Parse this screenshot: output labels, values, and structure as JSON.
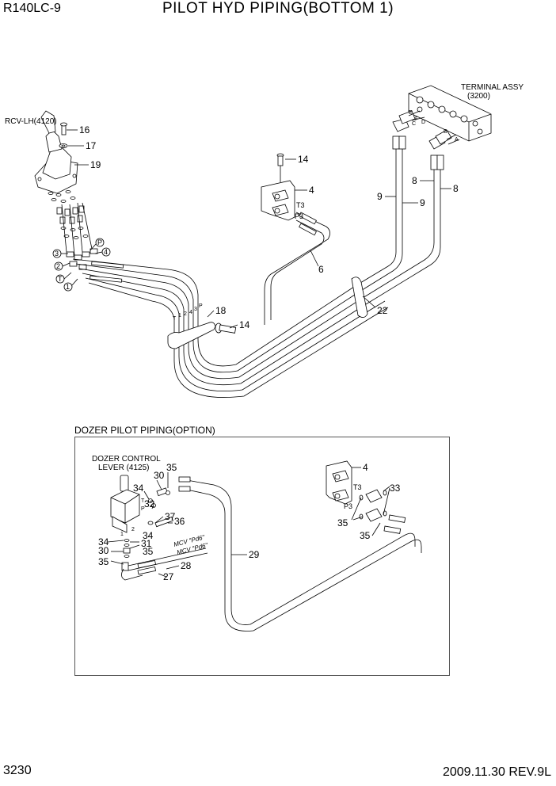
{
  "header": {
    "model": "R140LC-9",
    "title": "PILOT HYD PIPING(BOTTOM 1)"
  },
  "footer": {
    "page_number": "3230",
    "date_rev": "2009.11.30  REV.9L"
  },
  "main_diagram": {
    "rcv_label": "RCV-LH(4120)",
    "terminal_label": "TERMINAL ASSY",
    "terminal_ref": "(3200)",
    "port_letters": [
      "E",
      "F",
      "C",
      "D",
      "B",
      "A"
    ],
    "fitting_port_labels": [
      "T3",
      "P3"
    ],
    "circled_ports": [
      "3",
      "2",
      "T",
      "1",
      "P",
      "4"
    ],
    "pipe_tags": [
      "T",
      "1",
      "2",
      "4",
      "3",
      "P"
    ],
    "callouts": [
      "16",
      "17",
      "19",
      "14",
      "4",
      "6",
      "18",
      "14",
      "9",
      "9",
      "8",
      "8",
      "22"
    ]
  },
  "dozer_section": {
    "label": "DOZER PILOT PIPING(OPTION)",
    "lever_label_1": "DOZER CONTROL",
    "lever_label_2": "LEVER (4125)",
    "mcv_label_1": "MCV \"Pd6\"",
    "mcv_label_2": "MCV \"Pd6\"",
    "fitting_port_labels": [
      "T3",
      "P3"
    ],
    "lever_ports": [
      "T",
      "P",
      "1",
      "2"
    ],
    "callouts": [
      "35",
      "30",
      "34",
      "32",
      "37",
      "36",
      "34",
      "34",
      "31",
      "30",
      "35",
      "35",
      "28",
      "27",
      "29",
      "4",
      "33",
      "35",
      "35"
    ]
  }
}
